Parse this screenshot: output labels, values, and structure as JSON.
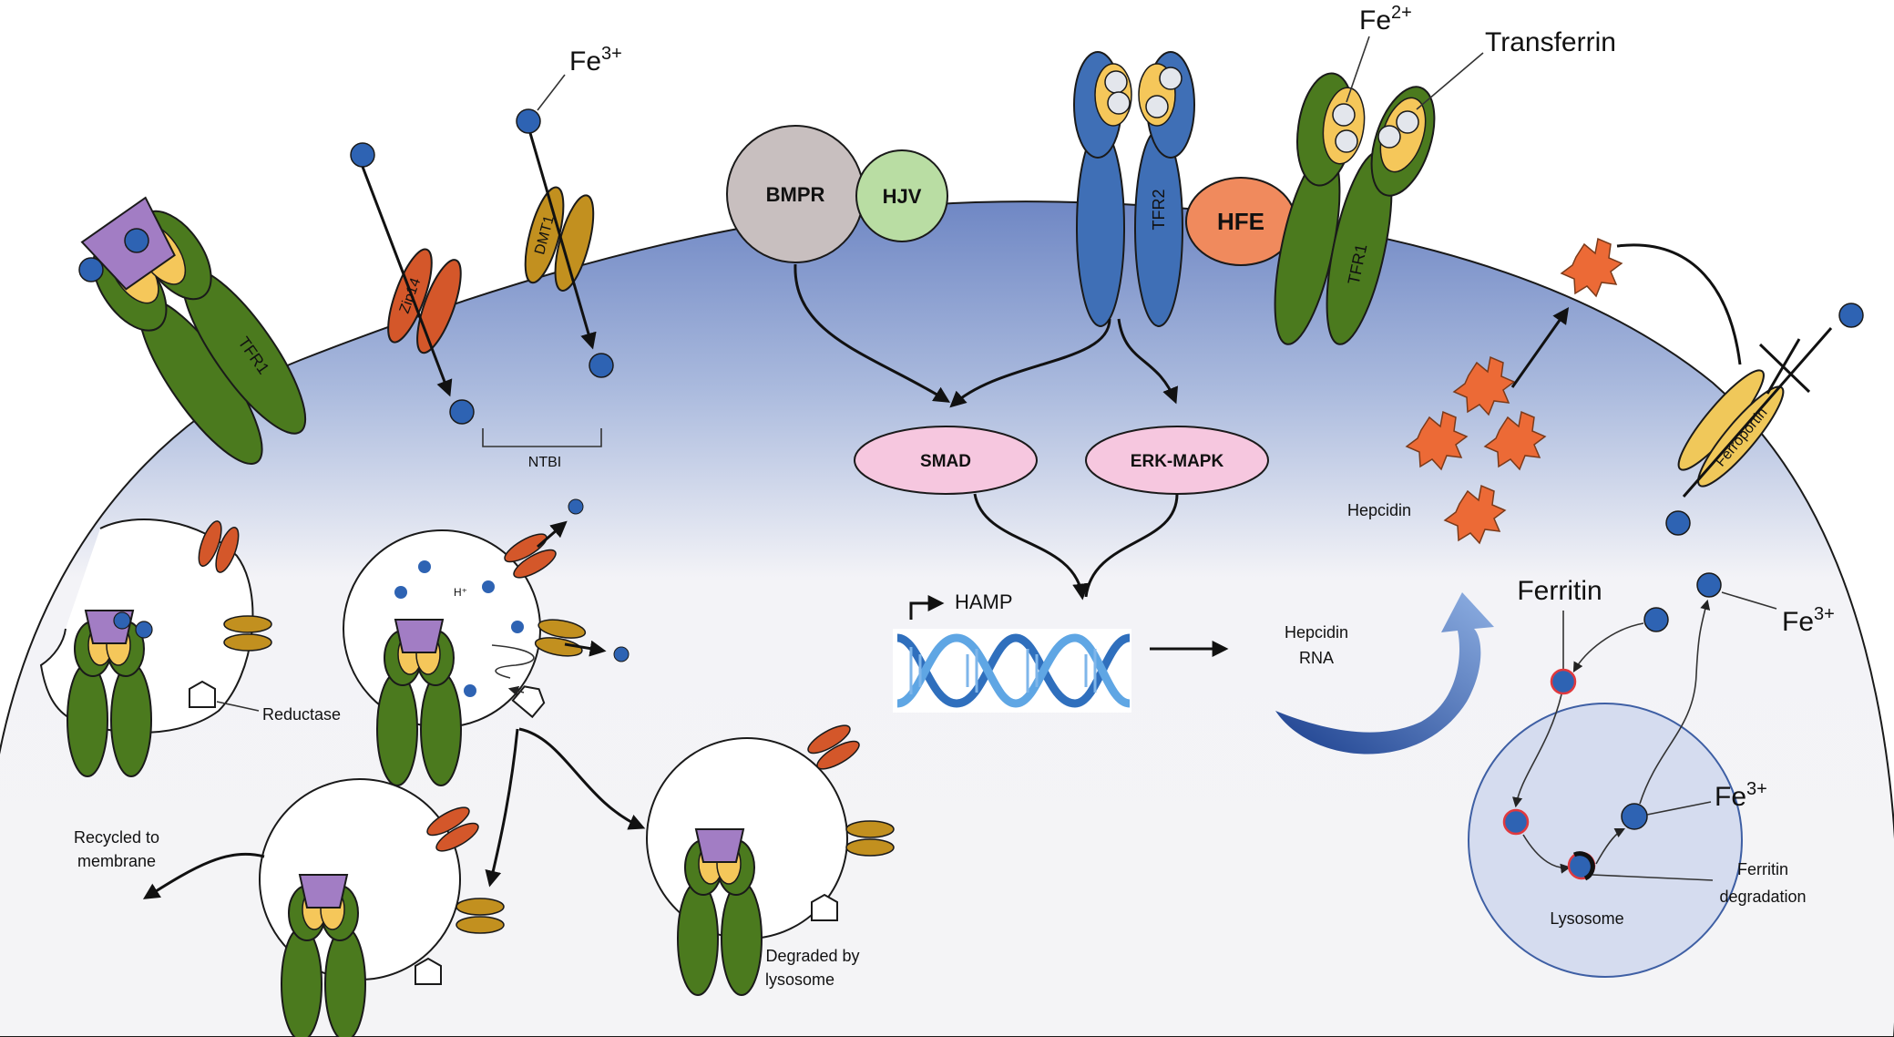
{
  "labels": {
    "fe3_top": "Fe",
    "fe3_top_sup": "3+",
    "fe2": "Fe",
    "fe2_sup": "2+",
    "transferrin": "Transferrin",
    "bmpr": "BMPR",
    "hjv": "HJV",
    "tfr2": "TFR2",
    "hfe": "HFE",
    "tfr1_right": "TFR1",
    "tfr1_left": "TFR1",
    "zip14": "Zip14",
    "dmt1": "DMT1",
    "ntbi": "NTBI",
    "smad": "SMAD",
    "erk_mapk": "ERK-MAPK",
    "hamp": "HAMP",
    "hepcidin_rna_1": "Hepcidin",
    "hepcidin_rna_2": "RNA",
    "hepcidin": "Hepcidin",
    "ferroportin": "Ferroportin",
    "ferritin": "Ferritin",
    "fe3_right": "Fe",
    "fe3_right_sup": "3+",
    "fe3_lyso": "Fe",
    "fe3_lyso_sup": "3+",
    "lysosome": "Lysosome",
    "ferritin_degradation_1": "Ferritin",
    "ferritin_degradation_2": "degradation",
    "h_plus": "H⁺",
    "reductase": "Reductase",
    "recycled_1": "Recycled to",
    "recycled_2": "membrane",
    "degraded_1": "Degraded by",
    "degraded_2": "lysosome"
  },
  "colors": {
    "iron": "#2e63b3",
    "tfr1_green": "#4b7a1e",
    "transferrin_yellow": "#f5c75a",
    "tfr2_blue": "#3f6fb6",
    "hfe_orange": "#f08a5d",
    "bmpr_gray": "#c8bfbf",
    "hjv_green": "#b9dda3",
    "smad_pink": "#f6c7df",
    "hepcidin_orange": "#ec6a36",
    "zip14_orange": "#d4572a",
    "dmt1_gold": "#c2901f",
    "ferroportin_yellow": "#f0c85a",
    "membrane_blue": "#7d96cc",
    "lysosome_fill": "#d5dcef",
    "cargo_purple": "#a27dc4"
  }
}
